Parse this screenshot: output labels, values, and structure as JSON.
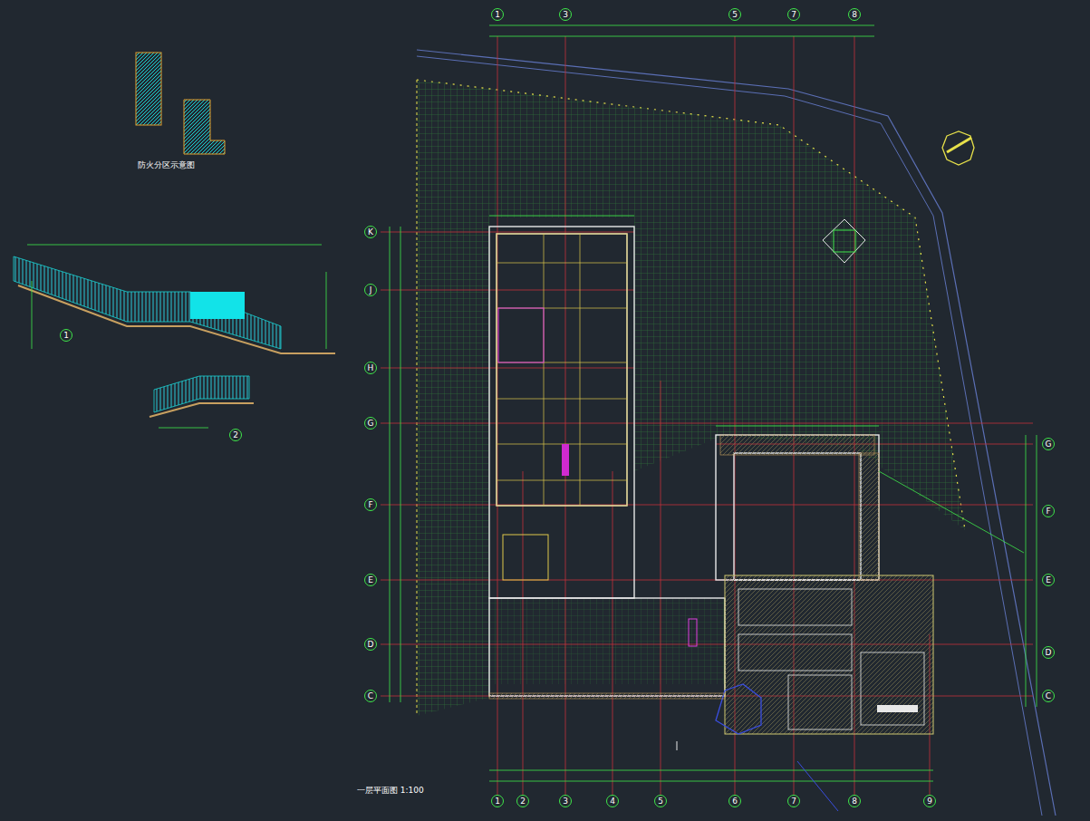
{
  "diagram": {
    "title": "一层平面图 1:100",
    "nodes": [
      {
        "text": [
          "1"
        ]
      },
      {
        "text": [
          "3"
        ]
      },
      {
        "text": [
          "5"
        ]
      },
      {
        "text": [
          "7"
        ]
      },
      {
        "text": [
          "8"
        ]
      },
      {
        "text": [
          "1"
        ]
      },
      {
        "text": [
          "2"
        ]
      },
      {
        "text": [
          "3"
        ]
      },
      {
        "text": [
          "4"
        ]
      },
      {
        "text": [
          "5"
        ]
      },
      {
        "text": [
          "6"
        ]
      },
      {
        "text": [
          "7"
        ]
      },
      {
        "text": [
          "8"
        ]
      },
      {
        "text": [
          "9"
        ]
      },
      {
        "text": [
          "K"
        ]
      },
      {
        "text": [
          "J"
        ]
      },
      {
        "text": [
          "H"
        ]
      },
      {
        "text": [
          "G"
        ]
      },
      {
        "text": [
          "F"
        ]
      },
      {
        "text": [
          "E"
        ]
      },
      {
        "text": [
          "D"
        ]
      },
      {
        "text": [
          "C"
        ]
      },
      {
        "text": [
          "G"
        ]
      },
      {
        "text": [
          "F"
        ]
      },
      {
        "text": [
          "E"
        ]
      },
      {
        "text": [
          "D"
        ]
      },
      {
        "text": [
          "C"
        ]
      },
      {
        "text": [
          "1"
        ]
      },
      {
        "text": [
          "2"
        ]
      }
    ],
    "labels": [
      "防火分区示意图"
    ]
  }
}
